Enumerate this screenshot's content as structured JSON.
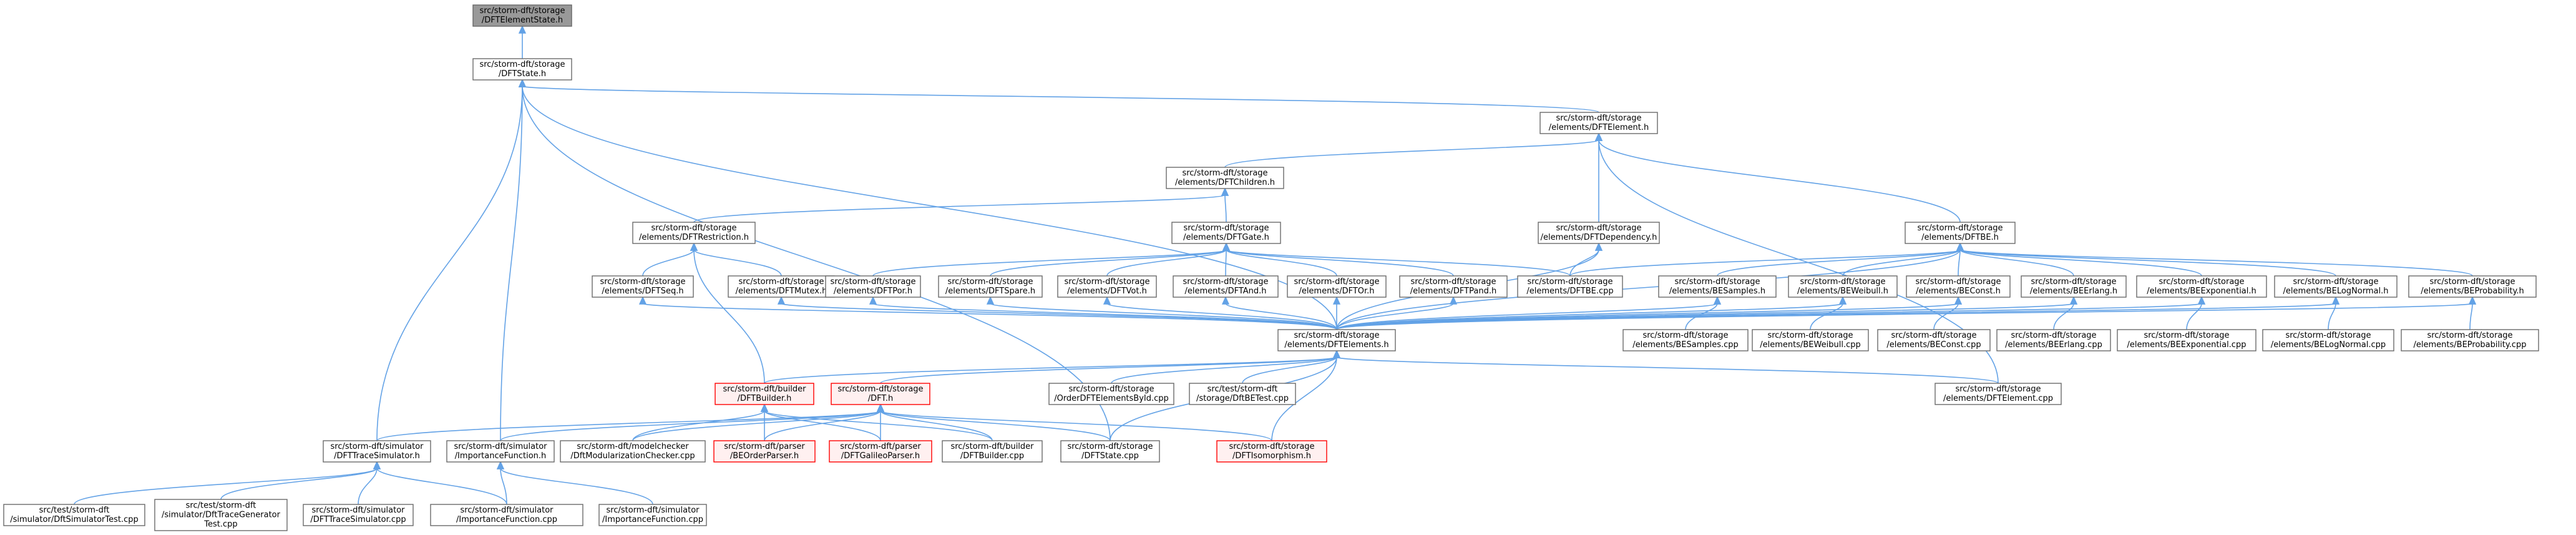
{
  "colors": {
    "edge": "#63a2e6",
    "node_border": "#6a6a6a",
    "node_fill": "#ffffff",
    "root_fill": "#999999",
    "root_border": "#666666",
    "missing_border": "#ff0000",
    "missing_fill": "#fff0f0",
    "text": "#000000"
  },
  "nodes": [
    {
      "id": "n_elementstate",
      "lines": [
        "src/storm-dft/storage",
        "/DFTElementState.h"
      ],
      "style": "root"
    },
    {
      "id": "n_dftstate_h",
      "lines": [
        "src/storm-dft/storage",
        "/DFTState.h"
      ],
      "style": "normal"
    },
    {
      "id": "n_dftelement_h",
      "lines": [
        "src/storm-dft/storage",
        "/elements/DFTElement.h"
      ],
      "style": "normal"
    },
    {
      "id": "n_dftchildren",
      "lines": [
        "src/storm-dft/storage",
        "/elements/DFTChildren.h"
      ],
      "style": "normal"
    },
    {
      "id": "n_restriction",
      "lines": [
        "src/storm-dft/storage",
        "/elements/DFTRestriction.h"
      ],
      "style": "normal"
    },
    {
      "id": "n_gate",
      "lines": [
        "src/storm-dft/storage",
        "/elements/DFTGate.h"
      ],
      "style": "normal"
    },
    {
      "id": "n_dependency",
      "lines": [
        "src/storm-dft/storage",
        "/elements/DFTDependency.h"
      ],
      "style": "normal"
    },
    {
      "id": "n_be",
      "lines": [
        "src/storm-dft/storage",
        "/elements/DFTBE.h"
      ],
      "style": "normal"
    },
    {
      "id": "n_seq",
      "lines": [
        "src/storm-dft/storage",
        "/elements/DFTSeq.h"
      ],
      "style": "normal"
    },
    {
      "id": "n_mutex",
      "lines": [
        "src/storm-dft/storage",
        "/elements/DFTMutex.h"
      ],
      "style": "normal"
    },
    {
      "id": "n_por",
      "lines": [
        "src/storm-dft/storage",
        "/elements/DFTPor.h"
      ],
      "style": "normal"
    },
    {
      "id": "n_spare",
      "lines": [
        "src/storm-dft/storage",
        "/elements/DFTSpare.h"
      ],
      "style": "normal"
    },
    {
      "id": "n_vot",
      "lines": [
        "src/storm-dft/storage",
        "/elements/DFTVot.h"
      ],
      "style": "normal"
    },
    {
      "id": "n_and",
      "lines": [
        "src/storm-dft/storage",
        "/elements/DFTAnd.h"
      ],
      "style": "normal"
    },
    {
      "id": "n_or",
      "lines": [
        "src/storm-dft/storage",
        "/elements/DFTOr.h"
      ],
      "style": "normal"
    },
    {
      "id": "n_pand",
      "lines": [
        "src/storm-dft/storage",
        "/elements/DFTPand.h"
      ],
      "style": "normal"
    },
    {
      "id": "n_dftbe_cpp",
      "lines": [
        "src/storm-dft/storage",
        "/elements/DFTBE.cpp"
      ],
      "style": "normal"
    },
    {
      "id": "n_besamples_h",
      "lines": [
        "src/storm-dft/storage",
        "/elements/BESamples.h"
      ],
      "style": "normal"
    },
    {
      "id": "n_beweibull_h",
      "lines": [
        "src/storm-dft/storage",
        "/elements/BEWeibull.h"
      ],
      "style": "normal"
    },
    {
      "id": "n_beconst_h",
      "lines": [
        "src/storm-dft/storage",
        "/elements/BEConst.h"
      ],
      "style": "normal"
    },
    {
      "id": "n_beerlang_h",
      "lines": [
        "src/storm-dft/storage",
        "/elements/BEErlang.h"
      ],
      "style": "normal"
    },
    {
      "id": "n_beexp_h",
      "lines": [
        "src/storm-dft/storage",
        "/elements/BEExponential.h"
      ],
      "style": "normal"
    },
    {
      "id": "n_belognormal_h",
      "lines": [
        "src/storm-dft/storage",
        "/elements/BELogNormal.h"
      ],
      "style": "normal"
    },
    {
      "id": "n_beprob_h",
      "lines": [
        "src/storm-dft/storage",
        "/elements/BEProbability.h"
      ],
      "style": "normal"
    },
    {
      "id": "n_besamples_cpp",
      "lines": [
        "src/storm-dft/storage",
        "/elements/BESamples.cpp"
      ],
      "style": "normal"
    },
    {
      "id": "n_beweibull_cpp",
      "lines": [
        "src/storm-dft/storage",
        "/elements/BEWeibull.cpp"
      ],
      "style": "normal"
    },
    {
      "id": "n_beconst_cpp",
      "lines": [
        "src/storm-dft/storage",
        "/elements/BEConst.cpp"
      ],
      "style": "normal"
    },
    {
      "id": "n_beerlang_cpp",
      "lines": [
        "src/storm-dft/storage",
        "/elements/BEErlang.cpp"
      ],
      "style": "normal"
    },
    {
      "id": "n_beexp_cpp",
      "lines": [
        "src/storm-dft/storage",
        "/elements/BEExponential.cpp"
      ],
      "style": "normal"
    },
    {
      "id": "n_belognormal_cpp",
      "lines": [
        "src/storm-dft/storage",
        "/elements/BELogNormal.cpp"
      ],
      "style": "normal"
    },
    {
      "id": "n_beprob_cpp",
      "lines": [
        "src/storm-dft/storage",
        "/elements/BEProbability.cpp"
      ],
      "style": "normal"
    },
    {
      "id": "n_dftelements_h",
      "lines": [
        "src/storm-dft/storage",
        "/elements/DFTElements.h"
      ],
      "style": "normal"
    },
    {
      "id": "n_builder_h",
      "lines": [
        "src/storm-dft/builder",
        "/DFTBuilder.h"
      ],
      "style": "missing"
    },
    {
      "id": "n_dft_h",
      "lines": [
        "src/storm-dft/storage",
        "/DFT.h"
      ],
      "style": "missing"
    },
    {
      "id": "n_orderbyid",
      "lines": [
        "src/storm-dft/storage",
        "/OrderDFTElementsById.cpp"
      ],
      "style": "normal"
    },
    {
      "id": "n_drbetest",
      "lines": [
        "src/test/storm-dft",
        "/storage/DftBETest.cpp"
      ],
      "style": "normal"
    },
    {
      "id": "n_dftelement_cpp",
      "lines": [
        "src/storm-dft/storage",
        "/elements/DFTElement.cpp"
      ],
      "style": "normal"
    },
    {
      "id": "n_tracesim_h",
      "lines": [
        "src/storm-dft/simulator",
        "/DFTTraceSimulator.h"
      ],
      "style": "normal"
    },
    {
      "id": "n_impfunc_h",
      "lines": [
        "src/storm-dft/simulator",
        "/ImportanceFunction.h"
      ],
      "style": "normal"
    },
    {
      "id": "n_modchecker",
      "lines": [
        "src/storm-dft/modelchecker",
        "/DftModularizationChecker.cpp"
      ],
      "style": "normal"
    },
    {
      "id": "n_beorderparser",
      "lines": [
        "src/storm-dft/parser",
        "/BEOrderParser.h"
      ],
      "style": "missing"
    },
    {
      "id": "n_galileoparser",
      "lines": [
        "src/storm-dft/parser",
        "/DFTGalileoParser.h"
      ],
      "style": "missing"
    },
    {
      "id": "n_builder_cpp",
      "lines": [
        "src/storm-dft/builder",
        "/DFTBuilder.cpp"
      ],
      "style": "normal"
    },
    {
      "id": "n_dftstate_cpp",
      "lines": [
        "src/storm-dft/storage",
        "/DFTState.cpp"
      ],
      "style": "normal"
    },
    {
      "id": "n_isomorphism",
      "lines": [
        "src/storm-dft/storage",
        "/DFTIsomorphism.h"
      ],
      "style": "missing"
    },
    {
      "id": "n_simtest",
      "lines": [
        "src/test/storm-dft",
        "/simulator/DftSimulatorTest.cpp"
      ],
      "style": "normal"
    },
    {
      "id": "n_tracegentest",
      "lines": [
        "src/test/storm-dft",
        "/simulator/DftTraceGenerator",
        "Test.cpp"
      ],
      "style": "normal"
    },
    {
      "id": "n_tracesim_cpp",
      "lines": [
        "src/storm-dft/simulator",
        "/DFTTraceSimulator.cpp"
      ],
      "style": "normal"
    },
    {
      "id": "n_impfunc_cpp1",
      "lines": [
        "src/storm-dft/simulator",
        "/ImportanceFunction.cpp"
      ],
      "style": "normal"
    },
    {
      "id": "n_impfunc_cpp2",
      "lines": [
        "src/storm-dft/simulator",
        "/ImportanceFunction.cpp"
      ],
      "style": "normal"
    }
  ],
  "edges": [
    [
      "n_elementstate",
      "n_dftstate_h"
    ],
    [
      "n_dftstate_h",
      "n_dftelement_h"
    ],
    [
      "n_dftstate_h",
      "n_tracesim_h"
    ],
    [
      "n_dftstate_h",
      "n_impfunc_h"
    ],
    [
      "n_dftstate_h",
      "n_dftstate_cpp"
    ],
    [
      "n_dftstate_h",
      "n_dftelements_h"
    ],
    [
      "n_dftelement_h",
      "n_dftchildren"
    ],
    [
      "n_dftelement_h",
      "n_dependency"
    ],
    [
      "n_dftelement_h",
      "n_be"
    ],
    [
      "n_dftelement_h",
      "n_dftelement_cpp"
    ],
    [
      "n_dftchildren",
      "n_restriction"
    ],
    [
      "n_dftchildren",
      "n_gate"
    ],
    [
      "n_restriction",
      "n_seq"
    ],
    [
      "n_restriction",
      "n_mutex"
    ],
    [
      "n_restriction",
      "n_builder_h"
    ],
    [
      "n_gate",
      "n_por"
    ],
    [
      "n_gate",
      "n_spare"
    ],
    [
      "n_gate",
      "n_vot"
    ],
    [
      "n_gate",
      "n_and"
    ],
    [
      "n_gate",
      "n_or"
    ],
    [
      "n_gate",
      "n_pand"
    ],
    [
      "n_gate",
      "n_dftbe_cpp"
    ],
    [
      "n_dependency",
      "n_dftbe_cpp"
    ],
    [
      "n_dependency",
      "n_dftelements_h"
    ],
    [
      "n_be",
      "n_dftbe_cpp"
    ],
    [
      "n_be",
      "n_besamples_h"
    ],
    [
      "n_be",
      "n_beweibull_h"
    ],
    [
      "n_be",
      "n_beconst_h"
    ],
    [
      "n_be",
      "n_beerlang_h"
    ],
    [
      "n_be",
      "n_beexp_h"
    ],
    [
      "n_be",
      "n_belognormal_h"
    ],
    [
      "n_be",
      "n_beprob_h"
    ],
    [
      "n_be",
      "n_dftelements_h"
    ],
    [
      "n_seq",
      "n_dftelements_h"
    ],
    [
      "n_mutex",
      "n_dftelements_h"
    ],
    [
      "n_por",
      "n_dftelements_h"
    ],
    [
      "n_spare",
      "n_dftelements_h"
    ],
    [
      "n_vot",
      "n_dftelements_h"
    ],
    [
      "n_and",
      "n_dftelements_h"
    ],
    [
      "n_or",
      "n_dftelements_h"
    ],
    [
      "n_pand",
      "n_dftelements_h"
    ],
    [
      "n_besamples_h",
      "n_besamples_cpp"
    ],
    [
      "n_besamples_h",
      "n_dftelements_h"
    ],
    [
      "n_beweibull_h",
      "n_beweibull_cpp"
    ],
    [
      "n_beweibull_h",
      "n_dftelements_h"
    ],
    [
      "n_beconst_h",
      "n_beconst_cpp"
    ],
    [
      "n_beconst_h",
      "n_dftelements_h"
    ],
    [
      "n_beerlang_h",
      "n_beerlang_cpp"
    ],
    [
      "n_beerlang_h",
      "n_dftelements_h"
    ],
    [
      "n_beexp_h",
      "n_beexp_cpp"
    ],
    [
      "n_beexp_h",
      "n_dftelements_h"
    ],
    [
      "n_belognormal_h",
      "n_belognormal_cpp"
    ],
    [
      "n_belognormal_h",
      "n_dftelements_h"
    ],
    [
      "n_beprob_h",
      "n_beprob_cpp"
    ],
    [
      "n_beprob_h",
      "n_dftelements_h"
    ],
    [
      "n_dftelements_h",
      "n_builder_h"
    ],
    [
      "n_dftelements_h",
      "n_dft_h"
    ],
    [
      "n_dftelements_h",
      "n_orderbyid"
    ],
    [
      "n_dftelements_h",
      "n_drbetest"
    ],
    [
      "n_dftelements_h",
      "n_dftelement_cpp"
    ],
    [
      "n_dftelements_h",
      "n_isomorphism"
    ],
    [
      "n_dftelements_h",
      "n_dftstate_cpp"
    ],
    [
      "n_builder_h",
      "n_beorderparser"
    ],
    [
      "n_builder_h",
      "n_galileoparser"
    ],
    [
      "n_builder_h",
      "n_builder_cpp"
    ],
    [
      "n_builder_h",
      "n_modchecker"
    ],
    [
      "n_dft_h",
      "n_tracesim_h"
    ],
    [
      "n_dft_h",
      "n_impfunc_h"
    ],
    [
      "n_dft_h",
      "n_modchecker"
    ],
    [
      "n_dft_h",
      "n_beorderparser"
    ],
    [
      "n_dft_h",
      "n_galileoparser"
    ],
    [
      "n_dft_h",
      "n_builder_cpp"
    ],
    [
      "n_dft_h",
      "n_dftstate_cpp"
    ],
    [
      "n_dft_h",
      "n_isomorphism"
    ],
    [
      "n_tracesim_h",
      "n_simtest"
    ],
    [
      "n_tracesim_h",
      "n_tracegentest"
    ],
    [
      "n_tracesim_h",
      "n_tracesim_cpp"
    ],
    [
      "n_tracesim_h",
      "n_impfunc_cpp1"
    ],
    [
      "n_impfunc_h",
      "n_impfunc_cpp1"
    ],
    [
      "n_impfunc_h",
      "n_impfunc_cpp2"
    ]
  ]
}
